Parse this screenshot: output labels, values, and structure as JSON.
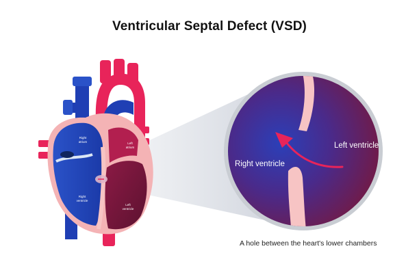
{
  "title": "Ventricular Septal Defect (VSD)",
  "heart_labels": {
    "right_atrium": "Right\natrium",
    "left_atrium": "Left\natrium",
    "right_ventricle": "Right\nventricle",
    "left_ventricle": "Left\nventricle"
  },
  "zoom_labels": {
    "left_ventricle": "Left ventricle",
    "right_ventricle": "Right ventricle"
  },
  "caption": "A hole between the heart's lower chambers",
  "colors": {
    "oxygen_poor_blue": "#1f3fb4",
    "oxygen_rich_red": "#e8245a",
    "tissue_pink": "#f7c4c4",
    "left_ventricle_dark": "#6b1536"
  }
}
